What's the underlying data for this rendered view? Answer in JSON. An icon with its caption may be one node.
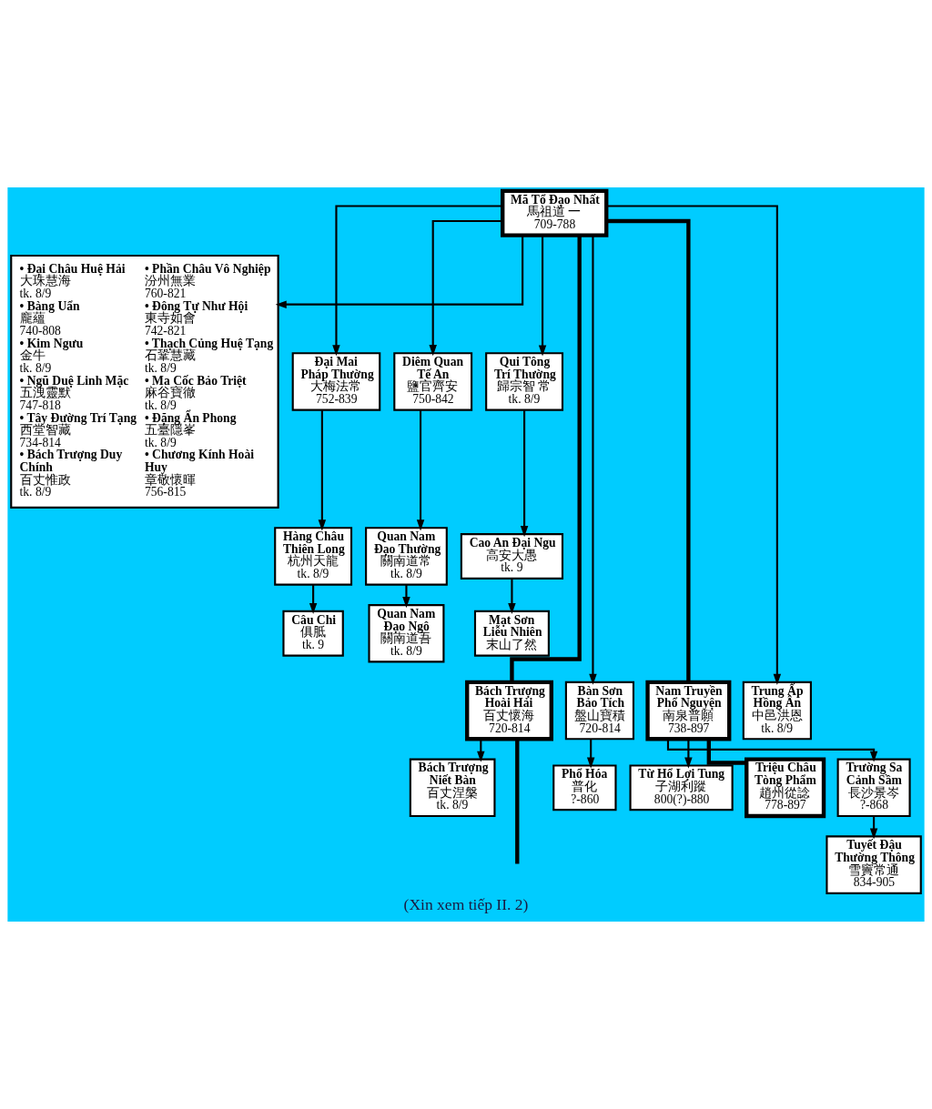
{
  "diagram": {
    "caption": "(Xin xem tiếp II. 2)",
    "nodes": [
      {
        "text": [
          "Mã Tổ Đạo Nhất",
          "馬祖道 一",
          "709-788"
        ]
      },
      {
        "text": [
          "• Đại Châu Huệ Hải",
          "大珠慧海",
          "tk. 8/9",
          "• Bàng Uẩn",
          "龐蘊",
          "740-808",
          "• Kim Ngưu",
          "金牛",
          "tk. 8/9",
          "• Ngũ Duệ Linh Mặc",
          "五洩靈默",
          "747-818",
          "• Tây Đường Trí Tạng",
          "西堂智藏",
          "734-814",
          "• Bách Trượng Duy Chính",
          "百丈惟政",
          "tk. 8/9",
          "• Phần Châu Vô Nghiệp",
          "汾州無業",
          "760-821",
          "• Đông Tự Như Hội",
          "東寺如會",
          "742-821",
          "• Thạch Củng Huệ Tạng",
          "石鞏慧藏",
          "tk. 8/9",
          "• Ma Cốc Bảo Triệt",
          "麻谷寶徹",
          "tk. 8/9",
          "• Đặng Ẩn Phong",
          "五臺隱峯",
          "tk. 8/9",
          "• Chương Kính Hoài Huy",
          "章敬懷暉",
          "756-815"
        ]
      },
      {
        "text": [
          "Đại Mai Pháp Thường",
          "大梅法常",
          "752-839"
        ]
      },
      {
        "text": [
          "Diêm Quan Tế An",
          "鹽官齊安",
          "750-842"
        ]
      },
      {
        "text": [
          "Qui Tông Trí Thường",
          "歸宗智 常",
          "tk. 8/9"
        ]
      },
      {
        "text": [
          "Hàng Châu Thiên Long",
          "杭州天龍",
          "tk. 8/9"
        ]
      },
      {
        "text": [
          "Quan Nam Đạo Thường",
          "關南道常",
          "tk. 8/9"
        ]
      },
      {
        "text": [
          "Cao An Đại Ngu",
          "高安大愚",
          "tk. 9"
        ]
      },
      {
        "text": [
          "Câu Chi",
          "俱胝",
          "tk. 9"
        ]
      },
      {
        "text": [
          "Quan Nam Đạo Ngô",
          "關南道吾",
          "tk. 8/9"
        ]
      },
      {
        "text": [
          "Mạt Sơn Liễu Nhiên",
          "末山了然"
        ]
      },
      {
        "text": [
          "Bách Trượng Hoài Hải",
          "百丈懷海",
          "720-814"
        ]
      },
      {
        "text": [
          "Bàn Sơn Bảo Tích",
          "盤山寶積",
          "720-814"
        ]
      },
      {
        "text": [
          "Nam Truyền Phổ Nguyện",
          "南泉普願",
          "738-897"
        ]
      },
      {
        "text": [
          "Trung Ấp Hồng Ân",
          "中邑洪恩",
          "tk. 8/9"
        ]
      },
      {
        "text": [
          "Bách Trượng Niết Bàn",
          "百丈涅槃",
          "tk. 8/9"
        ]
      },
      {
        "text": [
          "Phổ Hóa",
          "普化",
          "?-860"
        ]
      },
      {
        "text": [
          "Từ Hổ Lợi Tung",
          "子湖利蹤",
          "800(?)-880"
        ]
      },
      {
        "text": [
          "Triệu Châu Tòng Phẩm",
          "趙州從諗",
          "778-897"
        ]
      },
      {
        "text": [
          "Trường Sa Cảnh Sầm",
          "長沙景岑",
          "?-868"
        ]
      },
      {
        "text": [
          "Tuyết Đậu Thường Thông",
          "雪竇常通",
          "834-905"
        ]
      }
    ],
    "edges": [
      {
        "from": 0,
        "to": 1,
        "arrow": "to"
      },
      {
        "from": 0,
        "to": 2,
        "arrow": "to"
      },
      {
        "from": 0,
        "to": 3,
        "arrow": "to"
      },
      {
        "from": 0,
        "to": 4,
        "arrow": "to"
      },
      {
        "from": 2,
        "to": 5,
        "arrow": "to"
      },
      {
        "from": 3,
        "to": 6,
        "arrow": "to"
      },
      {
        "from": 4,
        "to": 7,
        "arrow": "to"
      },
      {
        "from": 5,
        "to": 8,
        "arrow": "to"
      },
      {
        "from": 6,
        "to": 9,
        "arrow": "to"
      },
      {
        "from": 7,
        "to": 10,
        "arrow": "to"
      },
      {
        "from": 0,
        "to": 11,
        "arrow": "none",
        "style": "thick"
      },
      {
        "from": 0,
        "to": 12,
        "arrow": "to"
      },
      {
        "from": 0,
        "to": 13,
        "arrow": "none",
        "style": "thick"
      },
      {
        "from": 0,
        "to": 14,
        "arrow": "to"
      },
      {
        "from": 11,
        "to": 15,
        "arrow": "to"
      },
      {
        "from": 11,
        "to": null,
        "arrow": "none",
        "style": "thick"
      },
      {
        "from": 12,
        "to": 16,
        "arrow": "to"
      },
      {
        "from": 13,
        "to": 17,
        "arrow": "to"
      },
      {
        "from": 13,
        "to": 18,
        "arrow": "none",
        "style": "thick"
      },
      {
        "from": 13,
        "to": 19,
        "arrow": "to"
      },
      {
        "from": 19,
        "to": 20,
        "arrow": "to"
      }
    ]
  }
}
